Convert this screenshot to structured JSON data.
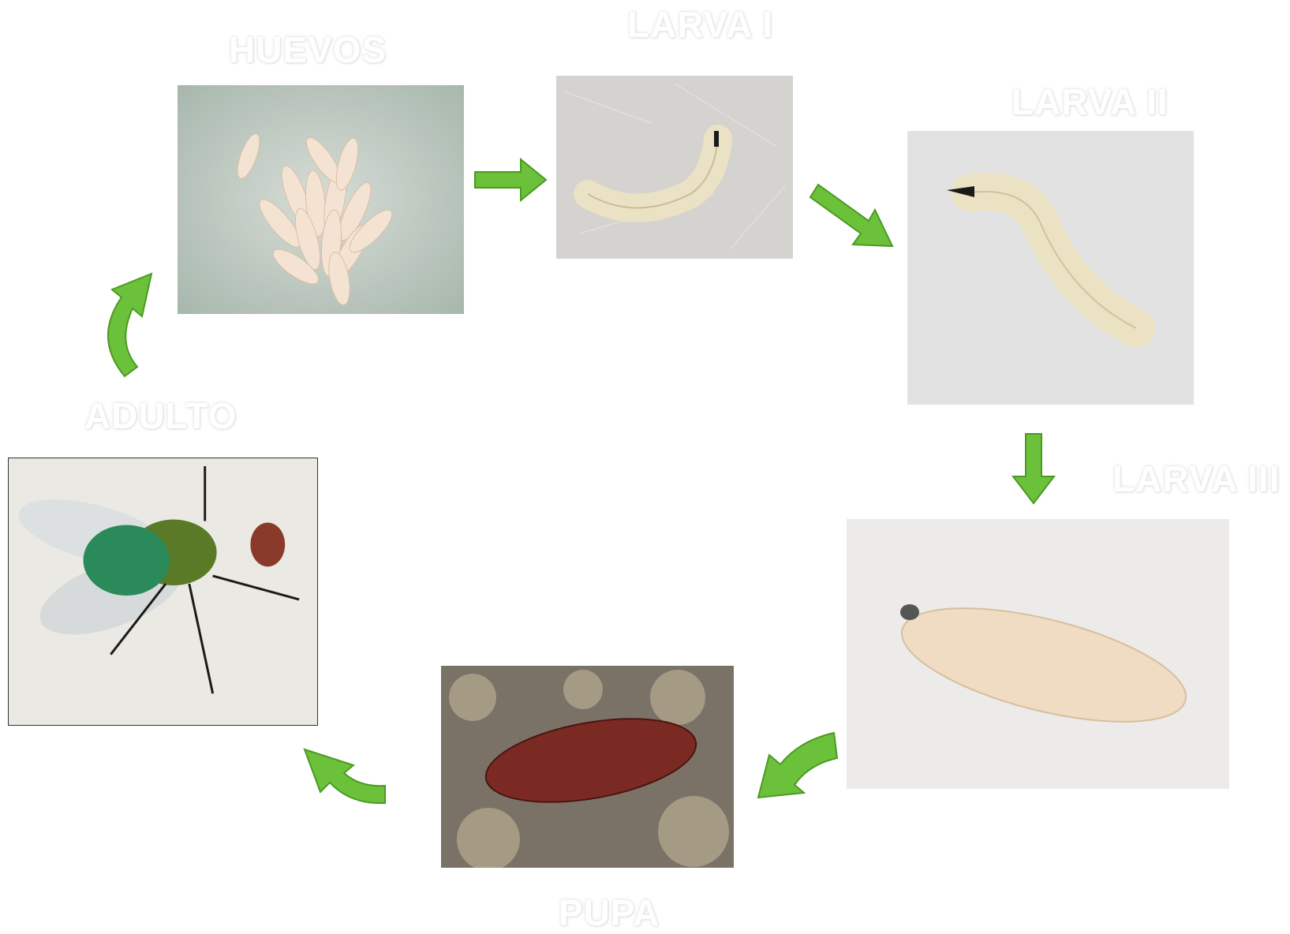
{
  "stages": {
    "huevos": {
      "label": "HUEVOS",
      "icon": "egg-cluster-photo"
    },
    "larva1": {
      "label": "LARVA I",
      "icon": "first-instar-larva-photo"
    },
    "larva2": {
      "label": "LARVA II",
      "icon": "second-instar-larva-photo"
    },
    "larva3": {
      "label": "LARVA III",
      "icon": "third-instar-larva-photo"
    },
    "pupa": {
      "label": "PUPA",
      "icon": "pupa-photo"
    },
    "adulto": {
      "label": "ADULTO",
      "icon": "adult-blowfly-photo"
    }
  },
  "colors": {
    "arrow": "#6cc13a",
    "arrow_stroke": "#4a9a22",
    "label": "#ffffff"
  }
}
